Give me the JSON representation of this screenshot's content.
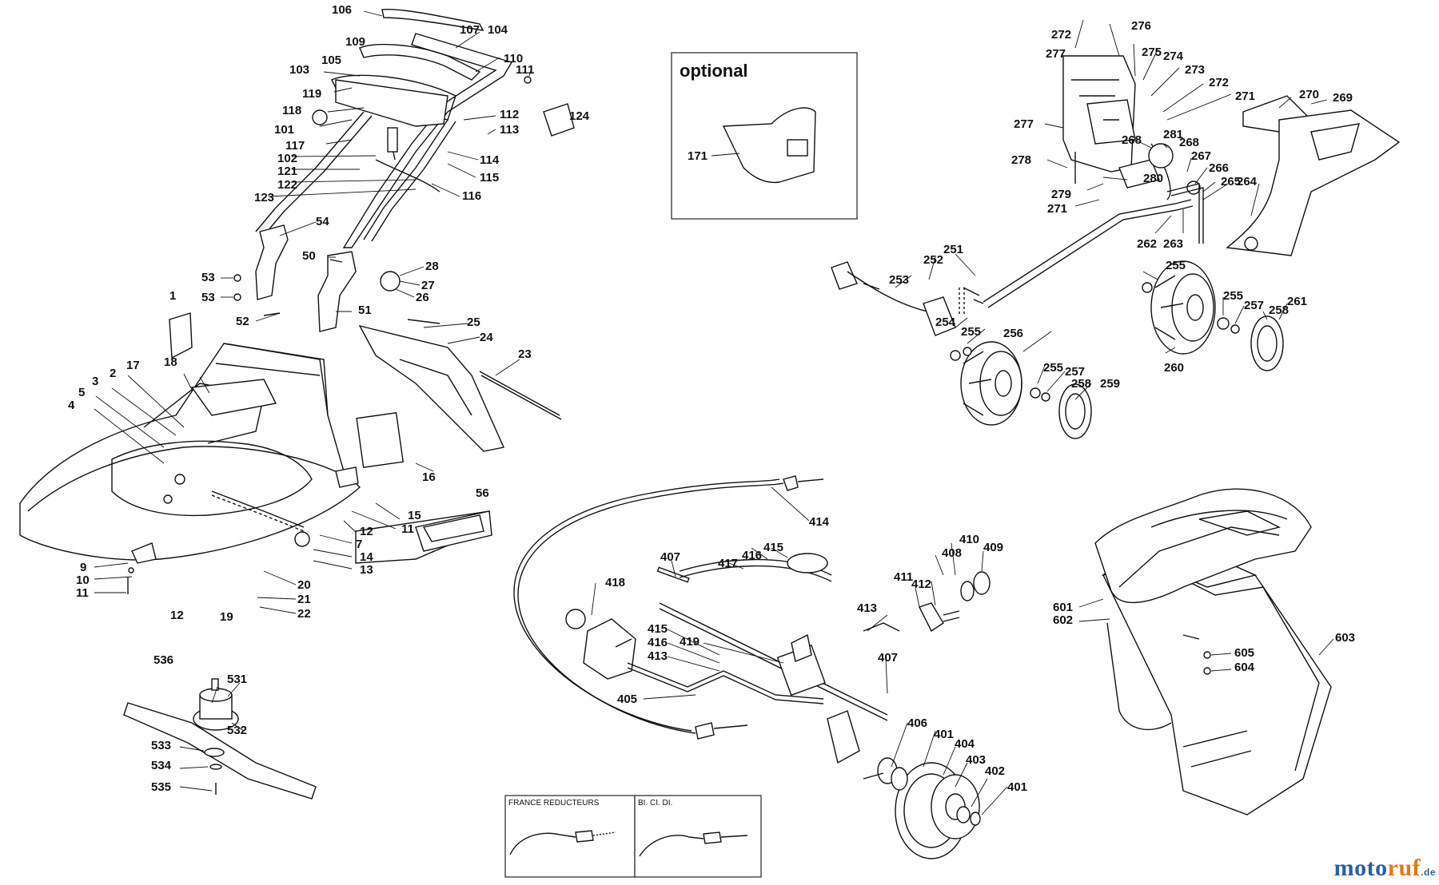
{
  "optional_box": {
    "title": "optional",
    "part": "171"
  },
  "inset_boxes": [
    {
      "caption": "FRANCE REDUCTEURS"
    },
    {
      "caption": "BI. CI. DI."
    }
  ],
  "brand": {
    "part1": "moto",
    "part2": "ruf",
    "suffix": ".de"
  },
  "part_labels": [
    "106",
    "107",
    "104",
    "109",
    "105",
    "110",
    "111",
    "103",
    "119",
    "118",
    "101",
    "117",
    "102",
    "121",
    "122",
    "123",
    "112",
    "113",
    "114",
    "115",
    "116",
    "124",
    "54",
    "50",
    "28",
    "27",
    "26",
    "53",
    "53",
    "52",
    "51",
    "1",
    "25",
    "24",
    "23",
    "18",
    "17",
    "2",
    "3",
    "5",
    "4",
    "16",
    "56",
    "15",
    "11",
    "12",
    "7",
    "14",
    "13",
    "20",
    "21",
    "22",
    "9",
    "10",
    "11",
    "12",
    "19",
    "171",
    "272",
    "276",
    "277",
    "275",
    "274",
    "273",
    "272",
    "271",
    "270",
    "269",
    "277",
    "268",
    "281",
    "268",
    "267",
    "266",
    "265",
    "264",
    "278",
    "279",
    "280",
    "271",
    "262",
    "263",
    "251",
    "252",
    "253",
    "255",
    "254",
    "255",
    "256",
    "255",
    "257",
    "258",
    "259",
    "255",
    "257",
    "258",
    "261",
    "260",
    "414",
    "410",
    "408",
    "409",
    "407",
    "415",
    "416",
    "417",
    "411",
    "412",
    "418",
    "413",
    "415",
    "416",
    "413",
    "419",
    "407",
    "405",
    "406",
    "401",
    "404",
    "403",
    "402",
    "401",
    "601",
    "602",
    "603",
    "605",
    "604",
    "536",
    "531",
    "532",
    "533",
    "534",
    "535"
  ]
}
